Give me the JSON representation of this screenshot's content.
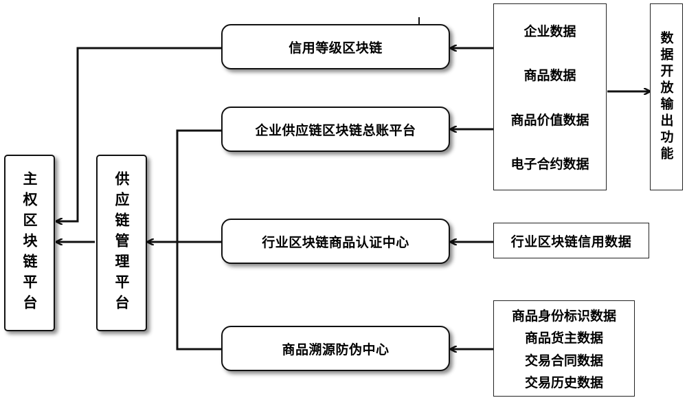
{
  "main_platform": "主权区块链平台",
  "supply_platform": "供应链管理平台",
  "centers": {
    "credit_chain": "信用等级区块链",
    "enterprise_ledger": "企业供应链区块链总账平台",
    "industry_cert": "行业区块链商品认证中心",
    "traceability": "商品溯源防伪中心"
  },
  "data_groups": {
    "group1": [
      "企业数据",
      "商品数据",
      "商品价值数据",
      "电子合约数据"
    ],
    "industry_credit": "行业区块链信用数据",
    "group3": [
      "商品身份标识数据",
      "商品货主数据",
      "交易合同数据",
      "交易历史数据"
    ]
  },
  "open_output": "数据开放输出功能"
}
